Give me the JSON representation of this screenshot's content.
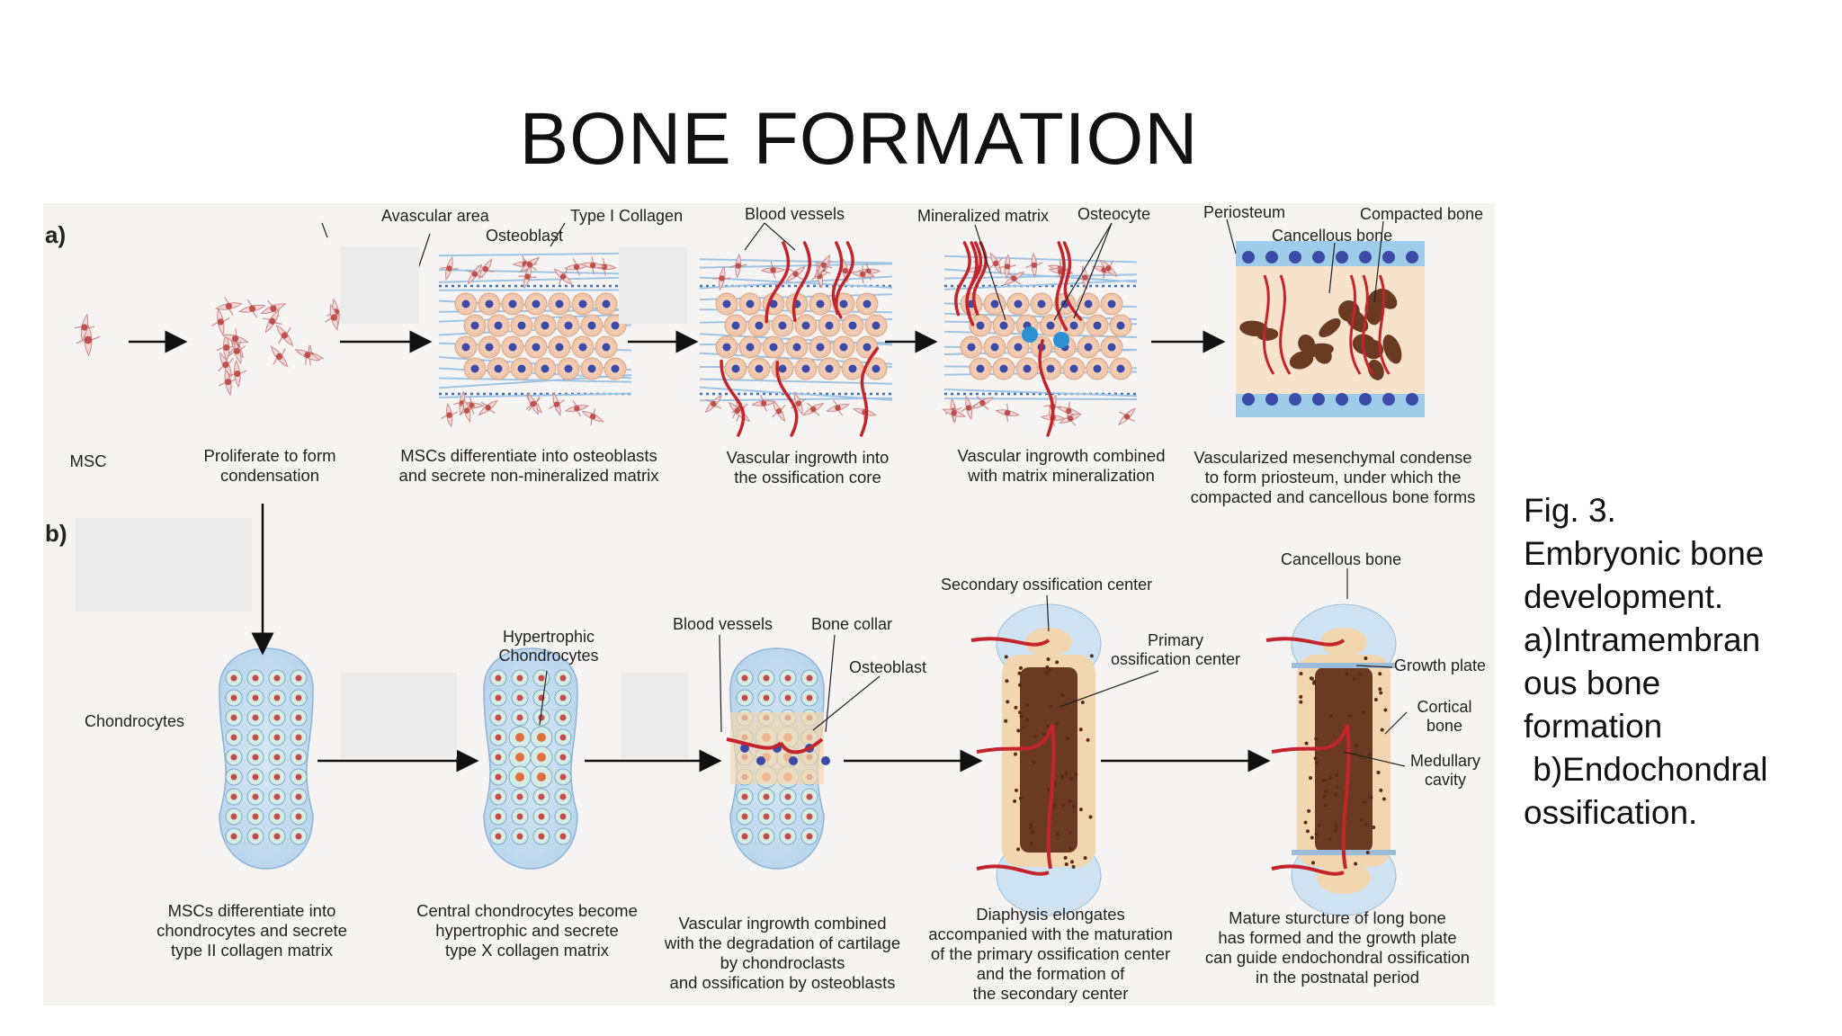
{
  "title": "BONE FORMATION",
  "panel_a": {
    "label": "a)",
    "stages": [
      {
        "caption": [
          "MSC"
        ]
      },
      {
        "caption": [
          "Proliferate to form",
          "condensation"
        ]
      },
      {
        "caption": [
          "MSCs differentiate into osteoblasts",
          "and secrete non-mineralized matrix"
        ]
      },
      {
        "caption": [
          "Vascular ingrowth into",
          "the ossification core"
        ]
      },
      {
        "caption": [
          "Vascular ingrowth combined",
          "with matrix mineralization"
        ]
      },
      {
        "caption": [
          "Vascularized mesenchymal condense",
          "to form priosteum, under which the",
          "compacted and cancellous bone forms"
        ]
      }
    ],
    "labels": {
      "avascular": "Avascular area",
      "osteoblast": "Osteoblast",
      "collagen": "Type I Collagen",
      "vessels": "Blood vessels",
      "mineralized": "Mineralized matrix",
      "osteocyte": "Osteocyte",
      "periosteum": "Periosteum",
      "compacted": "Compacted bone",
      "cancellous": "Cancellous bone"
    }
  },
  "panel_b": {
    "label": "b)",
    "stages": [
      {
        "caption": [
          "MSCs differentiate into",
          "chondrocytes and secrete",
          "type II collagen matrix"
        ]
      },
      {
        "caption": [
          "Central chondrocytes become",
          "hypertrophic and secrete",
          "type X collagen matrix"
        ]
      },
      {
        "caption": [
          "Vascular ingrowth combined",
          "with the degradation of cartilage",
          "by chondroclasts",
          "and ossification by osteoblasts"
        ]
      },
      {
        "caption": [
          "Diaphysis elongates",
          "accompanied with the maturation",
          "of the primary ossification center",
          "and the formation of",
          "the secondary center"
        ]
      },
      {
        "caption": [
          "Mature sturcture of long bone",
          "has formed and the growth plate",
          "can guide endochondral ossification",
          "in the postnatal period"
        ]
      }
    ],
    "labels": {
      "chondrocytes": "Chondrocytes",
      "hypertrophic": [
        "Hypertrophic",
        "Chondrocytes"
      ],
      "vessels": "Blood vessels",
      "collar": "Bone collar",
      "osteoblast": "Osteoblast",
      "secondary": "Secondary ossification center",
      "primary": [
        "Primary",
        "ossification center"
      ],
      "cancellous": "Cancellous bone",
      "growth": "Growth plate",
      "cortical": [
        "Cortical",
        "bone"
      ],
      "medullary": [
        "Medullary",
        "cavity"
      ]
    }
  },
  "figure_caption": [
    "Fig. 3.",
    "Embryonic bone",
    "development.",
    "a)Intramembran",
    "ous bone",
    "formation",
    " b)Endochondral",
    "ossification."
  ]
}
